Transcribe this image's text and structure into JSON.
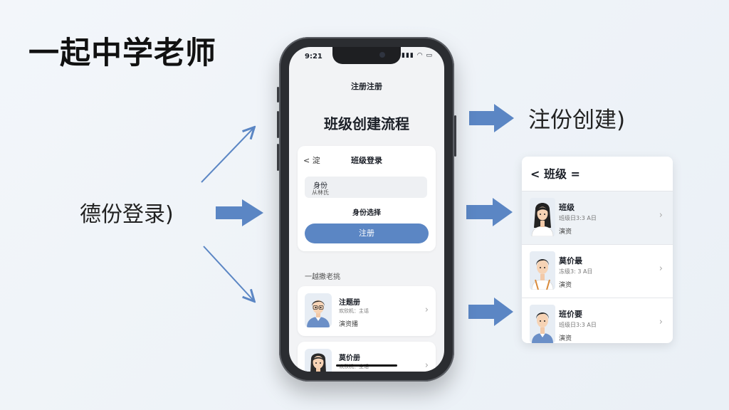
{
  "title": "一起中学老师",
  "left_label": "德份登录)",
  "right_label": "注份创建)",
  "phone": {
    "status_time": "9:21",
    "nav_title": "注册注册",
    "flow_title": "班级创建流程",
    "login_card": {
      "back": "< 淀",
      "header": "班级登录",
      "field_label": "身份",
      "field_sub": "从林氏",
      "select_label": "身份选择",
      "register_button": "注册"
    },
    "section_label": "一越撒老挑",
    "teachers": [
      {
        "name": "注题册",
        "sub": "欢欣机：主话",
        "tag": "演资播",
        "icon": "male-teacher-avatar-icon"
      },
      {
        "name": "莫价册",
        "sub": "欢欣机：主话",
        "tag": "",
        "icon": "female-teacher-avatar-icon"
      }
    ]
  },
  "class_panel": {
    "header": "< 班级 =",
    "items": [
      {
        "name": "班级",
        "sub": "班级日3:3 A日",
        "tag": "演资",
        "icon": "female-student-avatar-icon"
      },
      {
        "name": "莫价最",
        "sub": "冻级3: 3 A日",
        "tag": "演资",
        "icon": "male-student-avatar-icon"
      },
      {
        "name": "班价要",
        "sub": "班级日3:3 A日",
        "tag": "演资",
        "icon": "male-student-avatar-icon"
      }
    ]
  },
  "colors": {
    "accent": "#5b86c4",
    "arrow": "#5b86c4",
    "phone_body": "#2b2d31",
    "background": "#eef2f7"
  }
}
